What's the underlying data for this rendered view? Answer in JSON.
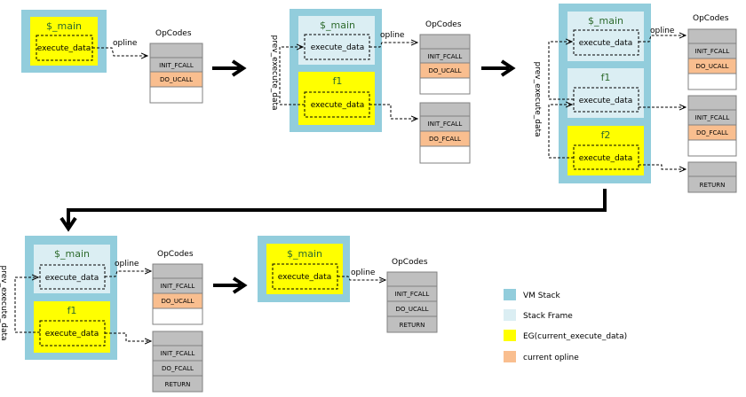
{
  "colors": {
    "vm_stack": "#92cddc",
    "stack_frame": "#dbeef3",
    "eg_current": "#ffff00",
    "current_opline": "#f9be8f",
    "opcode_gray": "#bfbfbf"
  },
  "labels": {
    "opline": "opline",
    "opcodes": "OpCodes",
    "execute_data": "execute_data",
    "prev_execute_data": "prev_execute_data"
  },
  "frames": {
    "main": "$_main",
    "f1": "f1",
    "f2": "f2"
  },
  "opcodes": {
    "init_fcall": "INIT_FCALL",
    "do_ucall": "DO_UCALL",
    "do_fcall": "DO_FCALL",
    "return": "RETURN"
  },
  "legend": [
    {
      "label": "VM Stack",
      "color": "#92cddc"
    },
    {
      "label": "Stack Frame",
      "color": "#dbeef3"
    },
    {
      "label": "EG(current_execute_data)",
      "color": "#ffff00"
    },
    {
      "label": "current opline",
      "color": "#f9be8f"
    }
  ]
}
